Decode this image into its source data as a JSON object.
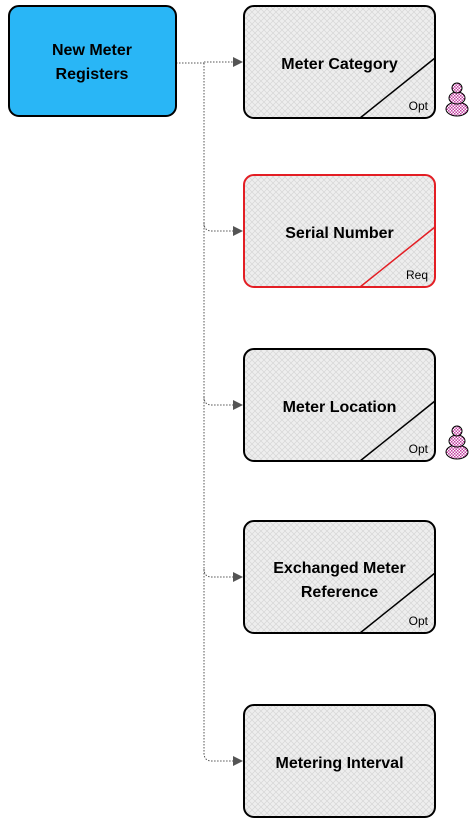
{
  "root": {
    "label_lines": [
      "New Meter",
      "Registers"
    ],
    "fill_color": "#29b6f6"
  },
  "children": [
    {
      "label_lines": [
        "Meter Category"
      ],
      "tag": "Opt",
      "status": "optional",
      "has_icon": true,
      "icon": "stacked-figure-icon"
    },
    {
      "label_lines": [
        "Serial Number"
      ],
      "tag": "Req",
      "status": "required",
      "has_icon": false
    },
    {
      "label_lines": [
        "Meter Location"
      ],
      "tag": "Opt",
      "status": "optional",
      "has_icon": true,
      "icon": "stacked-figure-icon"
    },
    {
      "label_lines": [
        "Exchanged Meter",
        "Reference"
      ],
      "tag": "Opt",
      "status": "optional",
      "has_icon": false
    },
    {
      "label_lines": [
        "Metering Interval"
      ],
      "tag": "",
      "status": "none",
      "has_icon": false
    }
  ],
  "colors": {
    "required_border": "#e31e24",
    "default_border": "#000000",
    "node_fill": "#ececec",
    "connector": "#555555",
    "icon": "#c23fa0"
  }
}
